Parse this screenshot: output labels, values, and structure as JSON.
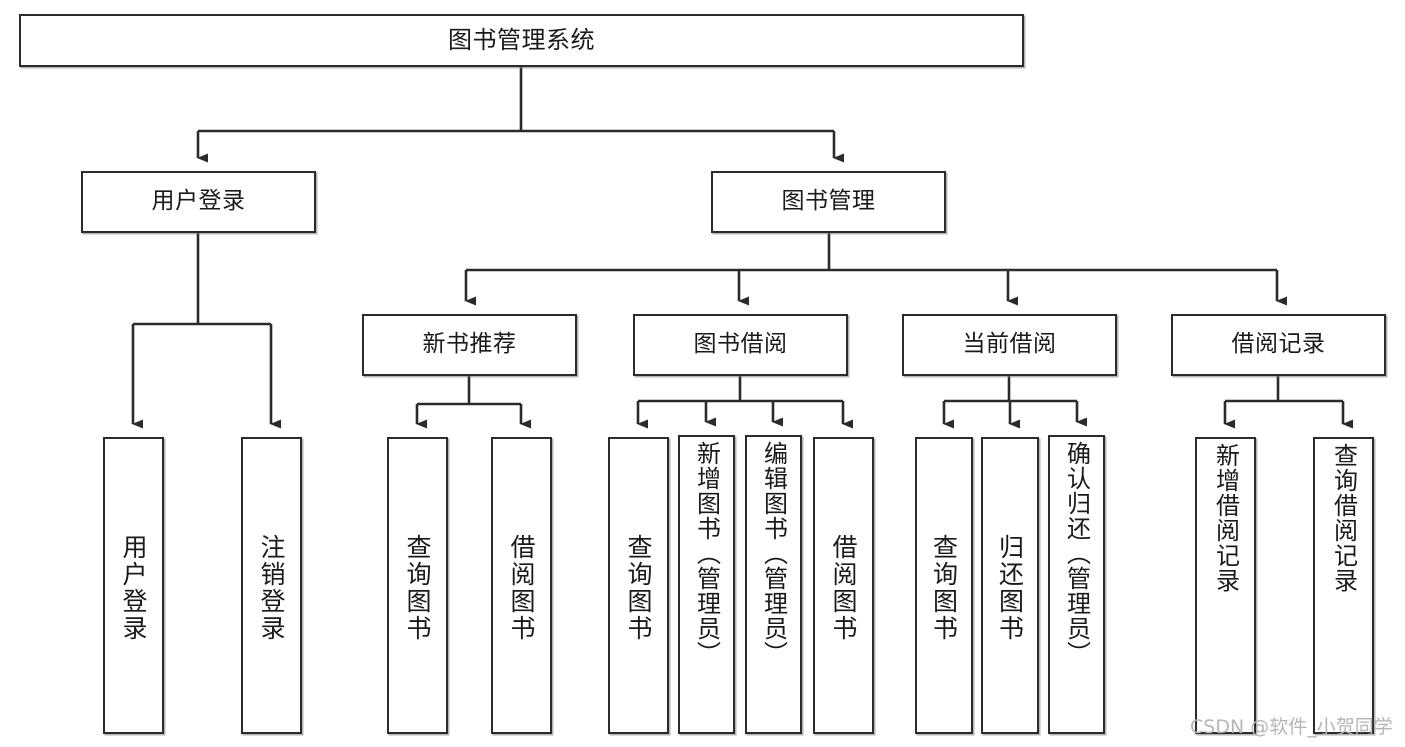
{
  "diagram": {
    "type": "tree",
    "title": "图书管理系统",
    "watermark": "CSDN @软件_小贺同学",
    "colors": {
      "box_border": "#2b2b2b",
      "box_fill": "#ffffff",
      "connector": "#2b2b2b",
      "background": "#ffffff",
      "watermark": "#b6b6b6"
    },
    "nodes": {
      "root": {
        "label": "图书管理系统"
      },
      "level2": [
        {
          "label": "用户登录"
        },
        {
          "label": "图书管理"
        }
      ],
      "level3": [
        {
          "label": "新书推荐"
        },
        {
          "label": "图书借阅"
        },
        {
          "label": "当前借阅"
        },
        {
          "label": "借阅记录"
        }
      ],
      "leaves": {
        "user_login": [
          {
            "label": "用户登录"
          },
          {
            "label": "注销登录"
          }
        ],
        "new_book": [
          {
            "label": "查询图书"
          },
          {
            "label": "借阅图书"
          }
        ],
        "book_borrow": [
          {
            "label": "查询图书"
          },
          {
            "label": "新增图书（管理员）"
          },
          {
            "label": "编辑图书（管理员）"
          },
          {
            "label": "借阅图书"
          }
        ],
        "current_borrow": [
          {
            "label": "查询图书"
          },
          {
            "label": "归还图书"
          },
          {
            "label": "确认归还（管理员）"
          }
        ],
        "borrow_record": [
          {
            "label": "新增借阅记录"
          },
          {
            "label": "查询借阅记录"
          }
        ]
      }
    }
  }
}
